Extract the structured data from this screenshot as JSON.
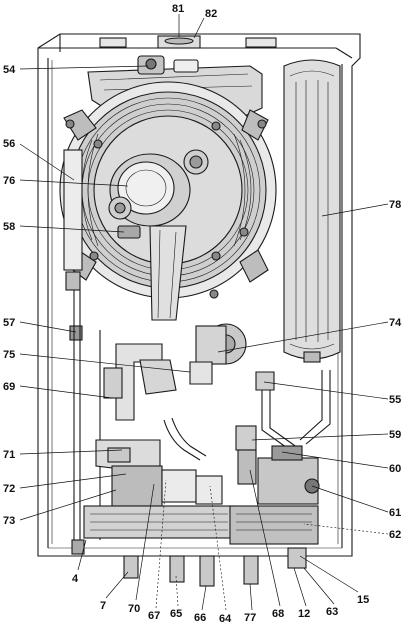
{
  "labels": {
    "l81": "81",
    "l82": "82",
    "l54": "54",
    "l56": "56",
    "l76": "76",
    "l58": "58",
    "l78": "78",
    "l57": "57",
    "l74": "74",
    "l75": "75",
    "l69": "69",
    "l55": "55",
    "l59": "59",
    "l71": "71",
    "l60": "60",
    "l72": "72",
    "l61": "61",
    "l73": "73",
    "l62": "62",
    "l4": "4",
    "l15": "15",
    "l7": "7",
    "l70": "70",
    "l67": "67",
    "l65": "65",
    "l66": "66",
    "l64": "64",
    "l77": "77",
    "l68": "68",
    "l12": "12",
    "l63": "63"
  }
}
